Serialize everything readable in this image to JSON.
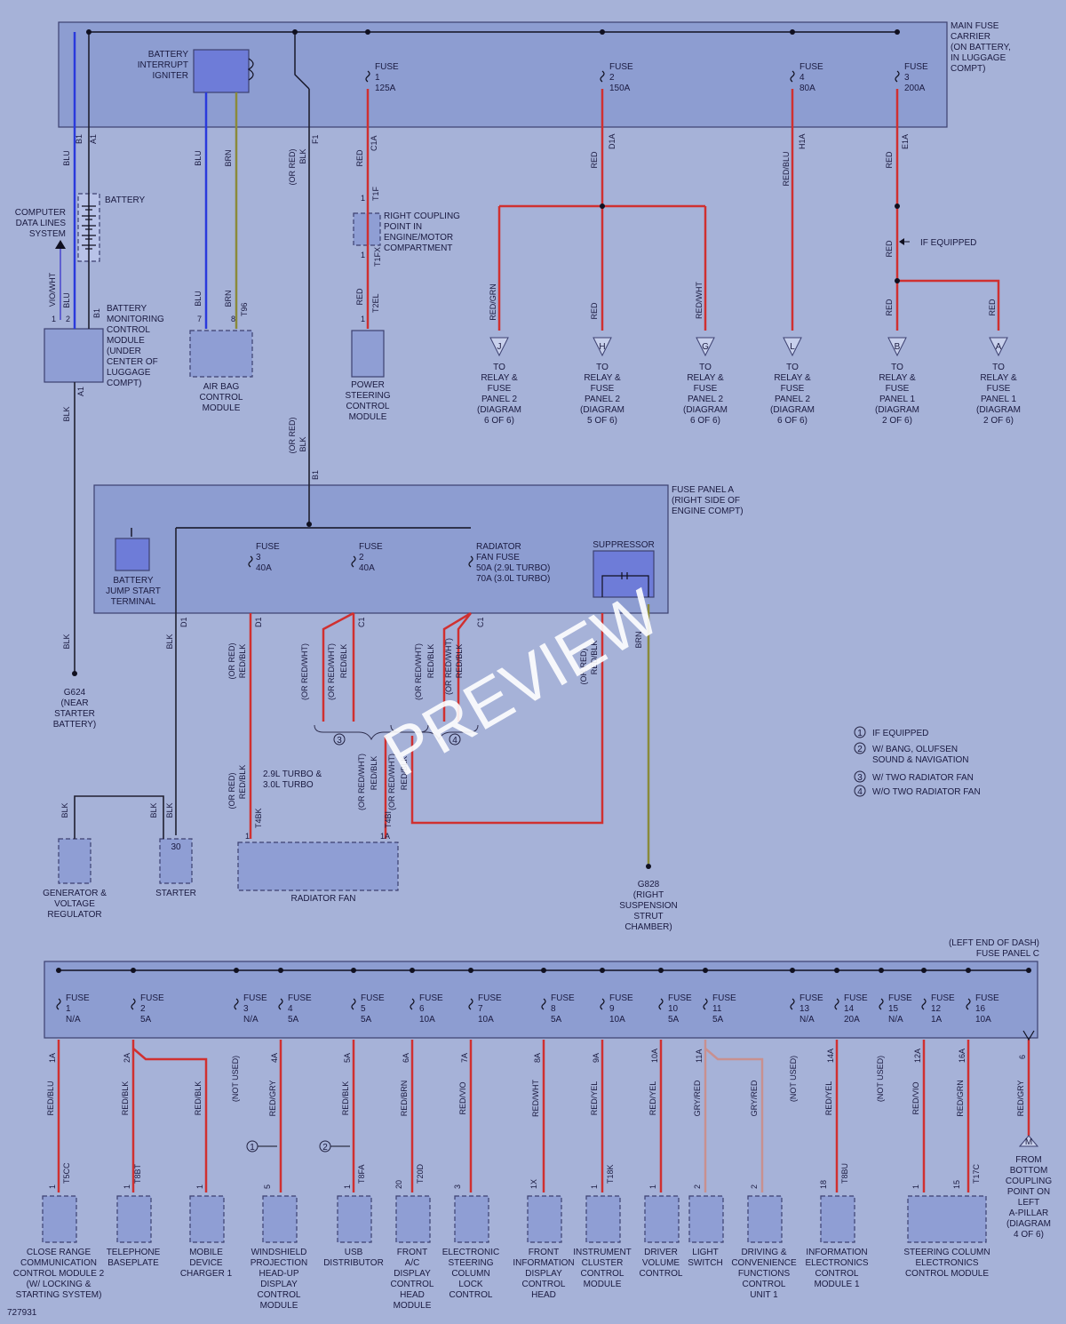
{
  "diagram_id": "727931",
  "watermark": "PREVIEW",
  "colors": {
    "background": "#a6b2d8",
    "panel": "#8d9dd1",
    "module": "#8f9ed4",
    "wire_red": "#d03030",
    "wire_blue": "#2a3adc",
    "wire_brown": "#8a8a3a",
    "wire_gray": "#c89090",
    "wire_black": "#202030"
  },
  "main_fuse_carrier": {
    "label": [
      "MAIN FUSE",
      "CARRIER",
      "(ON BATTERY,",
      "IN LUGGAGE",
      "COMPT)"
    ],
    "igniter_label": [
      "BATTERY",
      "INTERRUPT",
      "IGNITER"
    ],
    "fuses": [
      {
        "lines": [
          "FUSE",
          "1",
          "125A"
        ]
      },
      {
        "lines": [
          "FUSE",
          "2",
          "150A"
        ]
      },
      {
        "lines": [
          "FUSE",
          "4",
          "80A"
        ]
      },
      {
        "lines": [
          "FUSE",
          "3",
          "200A"
        ]
      }
    ]
  },
  "pins": [
    "B1",
    "A1",
    "F1",
    "C1A",
    "D1A",
    "H1A",
    "E1A",
    "T1F",
    "T1FX",
    "T2EL",
    "T96",
    "B1",
    "A1",
    "D1",
    "D1",
    "C1",
    "C1",
    "T4BK",
    "T4BI",
    "2",
    "1",
    "7",
    "8",
    "1",
    "1",
    "1",
    "1",
    "1A",
    "2A",
    "4A",
    "5A",
    "6A",
    "7A",
    "8A",
    "9A",
    "10A",
    "11A",
    "14A",
    "12A",
    "16A",
    "6",
    "T5CC",
    "T8BT",
    "T8FA",
    "T20D",
    "T18K",
    "T8BU",
    "T17C",
    "1",
    "1",
    "1",
    "5",
    "1",
    "20",
    "3",
    "1X",
    "1",
    "1",
    "2",
    "2",
    "18",
    "1",
    "15",
    "30"
  ],
  "wire_labels": {
    "blu": "BLU",
    "brn": "BRN",
    "red": "RED",
    "blk": "BLK",
    "or_red": "(OR RED)",
    "red_blu": "RED/BLU",
    "red_grn": "RED/GRN",
    "red_wht": "RED/WHT",
    "vio_wht": "VIO/WHT",
    "red_blk": "RED/BLK",
    "or_red_wht": "(OR RED/WHT)",
    "red_blk2": "RED/BLK",
    "red_gry": "RED/GRY",
    "red_brn": "RED/BRN",
    "red_vio": "RED/VIO",
    "red_yel": "RED/YEL",
    "gry_red": "GRY/RED",
    "not_used": "(NOT USED)"
  },
  "components": {
    "battery": "BATTERY",
    "computer_data": [
      "COMPUTER",
      "DATA LINES",
      "SYSTEM"
    ],
    "bmcm": [
      "BATTERY",
      "MONITORING",
      "CONTROL",
      "MODULE",
      "(UNDER",
      "CENTER OF",
      "LUGGAGE",
      "COMPT)"
    ],
    "airbag": [
      "AIR BAG",
      "CONTROL",
      "MODULE"
    ],
    "coupling": [
      "RIGHT COUPLING",
      "POINT IN",
      "ENGINE/MOTOR",
      "COMPARTMENT"
    ],
    "power_steering": [
      "POWER",
      "STEERING",
      "CONTROL",
      "MODULE"
    ],
    "g624": [
      "G624",
      "(NEAR",
      "STARTER",
      "BATTERY)"
    ],
    "generator": [
      "GENERATOR &",
      "VOLTAGE",
      "REGULATOR"
    ],
    "starter": "STARTER",
    "radiator_fan": "RADIATOR FAN",
    "g828": [
      "G828",
      "(RIGHT",
      "SUSPENSION",
      "STRUT",
      "CHAMBER)"
    ],
    "turbo_note": [
      "2.9L TURBO &",
      "3.0L TURBO"
    ],
    "if_equipped": "IF EQUIPPED"
  },
  "relay_refs": [
    {
      "letter": "J",
      "lines": [
        "TO",
        "RELAY &",
        "FUSE",
        "PANEL 2",
        "(DIAGRAM",
        "6 OF 6)"
      ]
    },
    {
      "letter": "H",
      "lines": [
        "TO",
        "RELAY &",
        "FUSE",
        "PANEL 2",
        "(DIAGRAM",
        "5 OF 6)"
      ]
    },
    {
      "letter": "G",
      "lines": [
        "TO",
        "RELAY &",
        "FUSE",
        "PANEL 2",
        "(DIAGRAM",
        "6 OF 6)"
      ]
    },
    {
      "letter": "L",
      "lines": [
        "TO",
        "RELAY &",
        "FUSE",
        "PANEL 2",
        "(DIAGRAM",
        "6 OF 6)"
      ]
    },
    {
      "letter": "B",
      "lines": [
        "TO",
        "RELAY &",
        "FUSE",
        "PANEL 1",
        "(DIAGRAM",
        "2 OF 6)"
      ]
    },
    {
      "letter": "A",
      "lines": [
        "TO",
        "RELAY &",
        "FUSE",
        "PANEL 1",
        "(DIAGRAM",
        "2 OF 6)"
      ]
    }
  ],
  "fuse_panel_a": {
    "label": [
      "FUSE PANEL A",
      "(RIGHT SIDE OF",
      "ENGINE COMPT)"
    ],
    "jump_start": [
      "BATTERY",
      "JUMP START",
      "TERMINAL"
    ],
    "suppressor": "SUPPRESSOR",
    "fuses": [
      {
        "lines": [
          "FUSE",
          "3",
          "40A"
        ]
      },
      {
        "lines": [
          "FUSE",
          "2",
          "40A"
        ]
      },
      {
        "lines": [
          "RADIATOR",
          "FAN FUSE",
          "50A  (2.9L TURBO)",
          "70A  (3.0L TURBO)"
        ]
      }
    ]
  },
  "legend": [
    {
      "num": "1",
      "text": [
        "IF EQUIPPED"
      ]
    },
    {
      "num": "2",
      "text": [
        "W/ BANG, OLUFSEN",
        "SOUND & NAVIGATION"
      ]
    },
    {
      "num": "3",
      "text": [
        "W/ TWO RADIATOR FAN"
      ]
    },
    {
      "num": "4",
      "text": [
        "W/O TWO RADIATOR FAN"
      ]
    }
  ],
  "fuse_panel_c": {
    "label": [
      "(LEFT END OF DASH)",
      "FUSE PANEL C"
    ],
    "fuses": [
      {
        "lines": [
          "FUSE",
          "1",
          "N/A"
        ]
      },
      {
        "lines": [
          "FUSE",
          "2",
          "5A"
        ]
      },
      {
        "lines": [
          "FUSE",
          "3",
          "N/A"
        ]
      },
      {
        "lines": [
          "FUSE",
          "4",
          "5A"
        ]
      },
      {
        "lines": [
          "FUSE",
          "5",
          "5A"
        ]
      },
      {
        "lines": [
          "FUSE",
          "6",
          "10A"
        ]
      },
      {
        "lines": [
          "FUSE",
          "7",
          "10A"
        ]
      },
      {
        "lines": [
          "FUSE",
          "8",
          "5A"
        ]
      },
      {
        "lines": [
          "FUSE",
          "9",
          "10A"
        ]
      },
      {
        "lines": [
          "FUSE",
          "10",
          "5A"
        ]
      },
      {
        "lines": [
          "FUSE",
          "11",
          "5A"
        ]
      },
      {
        "lines": [
          "FUSE",
          "13",
          "N/A"
        ]
      },
      {
        "lines": [
          "FUSE",
          "14",
          "20A"
        ]
      },
      {
        "lines": [
          "FUSE",
          "15",
          "N/A"
        ]
      },
      {
        "lines": [
          "FUSE",
          "12",
          "1A"
        ]
      },
      {
        "lines": [
          "FUSE",
          "16",
          "10A"
        ]
      }
    ]
  },
  "bottom_modules": [
    [
      "CLOSE RANGE",
      "COMMUNICATION",
      "CONTROL MODULE 2",
      "(W/ LOCKING &",
      "STARTING SYSTEM)"
    ],
    [
      "TELEPHONE",
      "BASEPLATE"
    ],
    [
      "MOBILE",
      "DEVICE",
      "CHARGER 1"
    ],
    [
      "WINDSHIELD",
      "PROJECTION",
      "HEAD-UP",
      "DISPLAY",
      "CONTROL",
      "MODULE"
    ],
    [
      "USB",
      "DISTRIBUTOR"
    ],
    [
      "FRONT",
      "A/C",
      "DISPLAY",
      "CONTROL",
      "HEAD",
      "MODULE"
    ],
    [
      "ELECTRONIC",
      "STEERING",
      "COLUMN",
      "LOCK",
      "CONTROL"
    ],
    [
      "FRONT",
      "INFORMATION",
      "DISPLAY",
      "CONTROL",
      "HEAD"
    ],
    [
      "INSTRUMENT",
      "CLUSTER",
      "CONTROL",
      "MODULE"
    ],
    [
      "DRIVER",
      "VOLUME",
      "CONTROL"
    ],
    [
      "LIGHT",
      "SWITCH"
    ],
    [
      "DRIVING &",
      "CONVENIENCE",
      "FUNCTIONS",
      "CONTROL",
      "UNIT 1"
    ],
    [
      "INFORMATION",
      "ELECTRONICS",
      "CONTROL",
      "MODULE 1"
    ],
    [
      "STEERING COLUMN",
      "ELECTRONICS",
      "CONTROL MODULE"
    ]
  ],
  "from_ref": {
    "letter": "M",
    "lines": [
      "FROM",
      "BOTTOM",
      "COUPLING",
      "POINT ON",
      "LEFT",
      "A-PILLAR",
      "(DIAGRAM",
      "4 OF 6)"
    ]
  }
}
